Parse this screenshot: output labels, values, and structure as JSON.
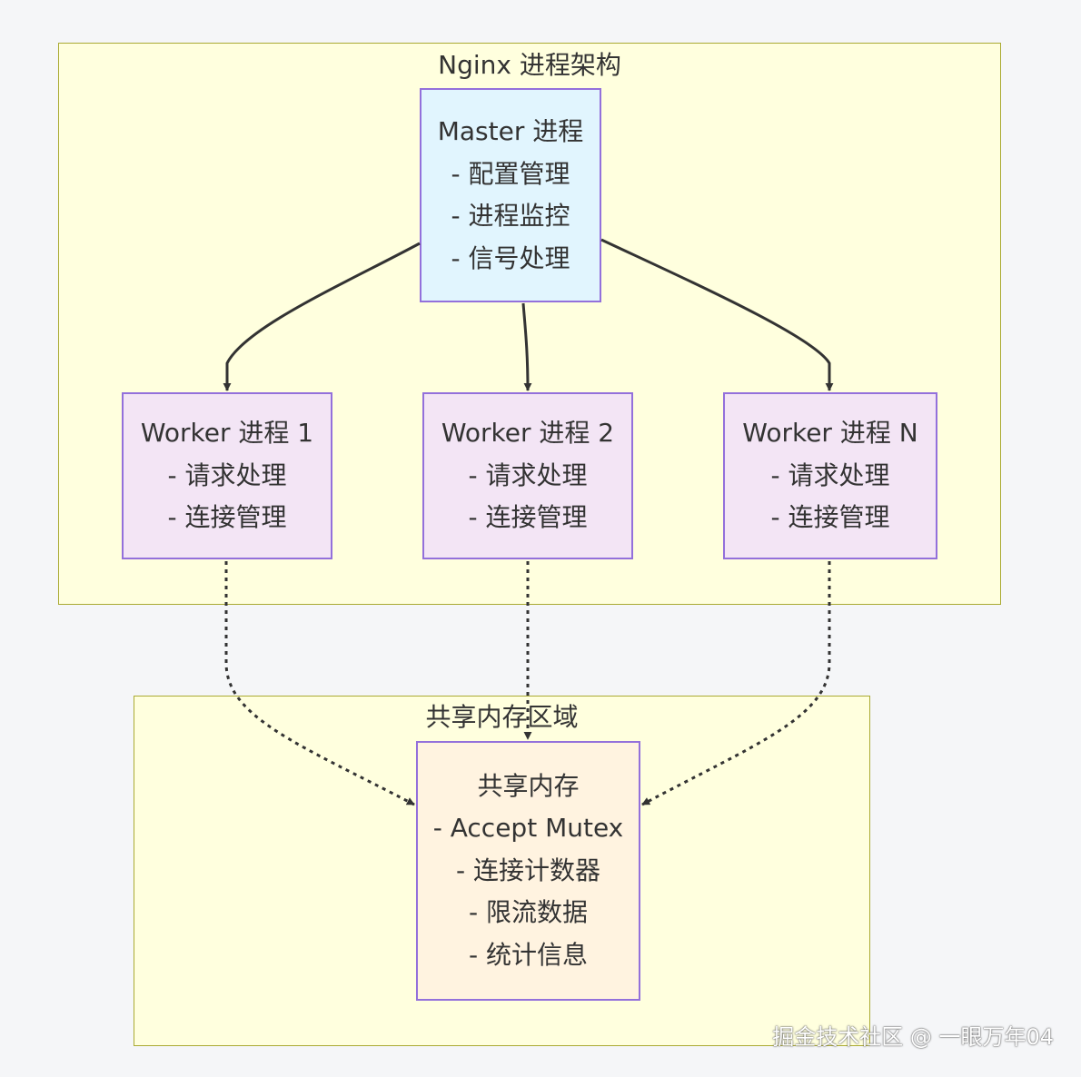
{
  "clusters": {
    "nginx": {
      "title": "Nginx 进程架构",
      "fill": "#ffffde",
      "stroke": "#aaaa33"
    },
    "shared": {
      "title": "共享内存区域",
      "fill": "#ffffde",
      "stroke": "#aaaa33"
    }
  },
  "nodes": {
    "master": {
      "lines": [
        "Master 进程",
        "- 配置管理",
        "- 进程监控",
        "- 信号处理"
      ],
      "fill": "#e1f5fe",
      "stroke": "#9370db"
    },
    "worker1": {
      "lines": [
        "Worker 进程 1",
        "- 请求处理",
        "- 连接管理"
      ],
      "fill": "#f3e5f5",
      "stroke": "#9370db"
    },
    "worker2": {
      "lines": [
        "Worker 进程 2",
        "- 请求处理",
        "- 连接管理"
      ],
      "fill": "#f3e5f5",
      "stroke": "#9370db"
    },
    "workerN": {
      "lines": [
        "Worker 进程 N",
        "- 请求处理",
        "- 连接管理"
      ],
      "fill": "#f3e5f5",
      "stroke": "#9370db"
    },
    "shm": {
      "lines": [
        "共享内存",
        "- Accept Mutex",
        "- 连接计数器",
        "- 限流数据",
        "- 统计信息"
      ],
      "fill": "#fff3e0",
      "stroke": "#9370db"
    }
  },
  "edges": [
    {
      "from": "master",
      "to": "worker1",
      "style": "solid"
    },
    {
      "from": "master",
      "to": "worker2",
      "style": "solid"
    },
    {
      "from": "master",
      "to": "workerN",
      "style": "solid"
    },
    {
      "from": "worker1",
      "to": "shm",
      "style": "dotted"
    },
    {
      "from": "worker2",
      "to": "shm",
      "style": "dotted"
    },
    {
      "from": "workerN",
      "to": "shm",
      "style": "dotted"
    }
  ],
  "edge_color": "#333333",
  "watermark": "掘金技术社区 @ 一眼万年04"
}
